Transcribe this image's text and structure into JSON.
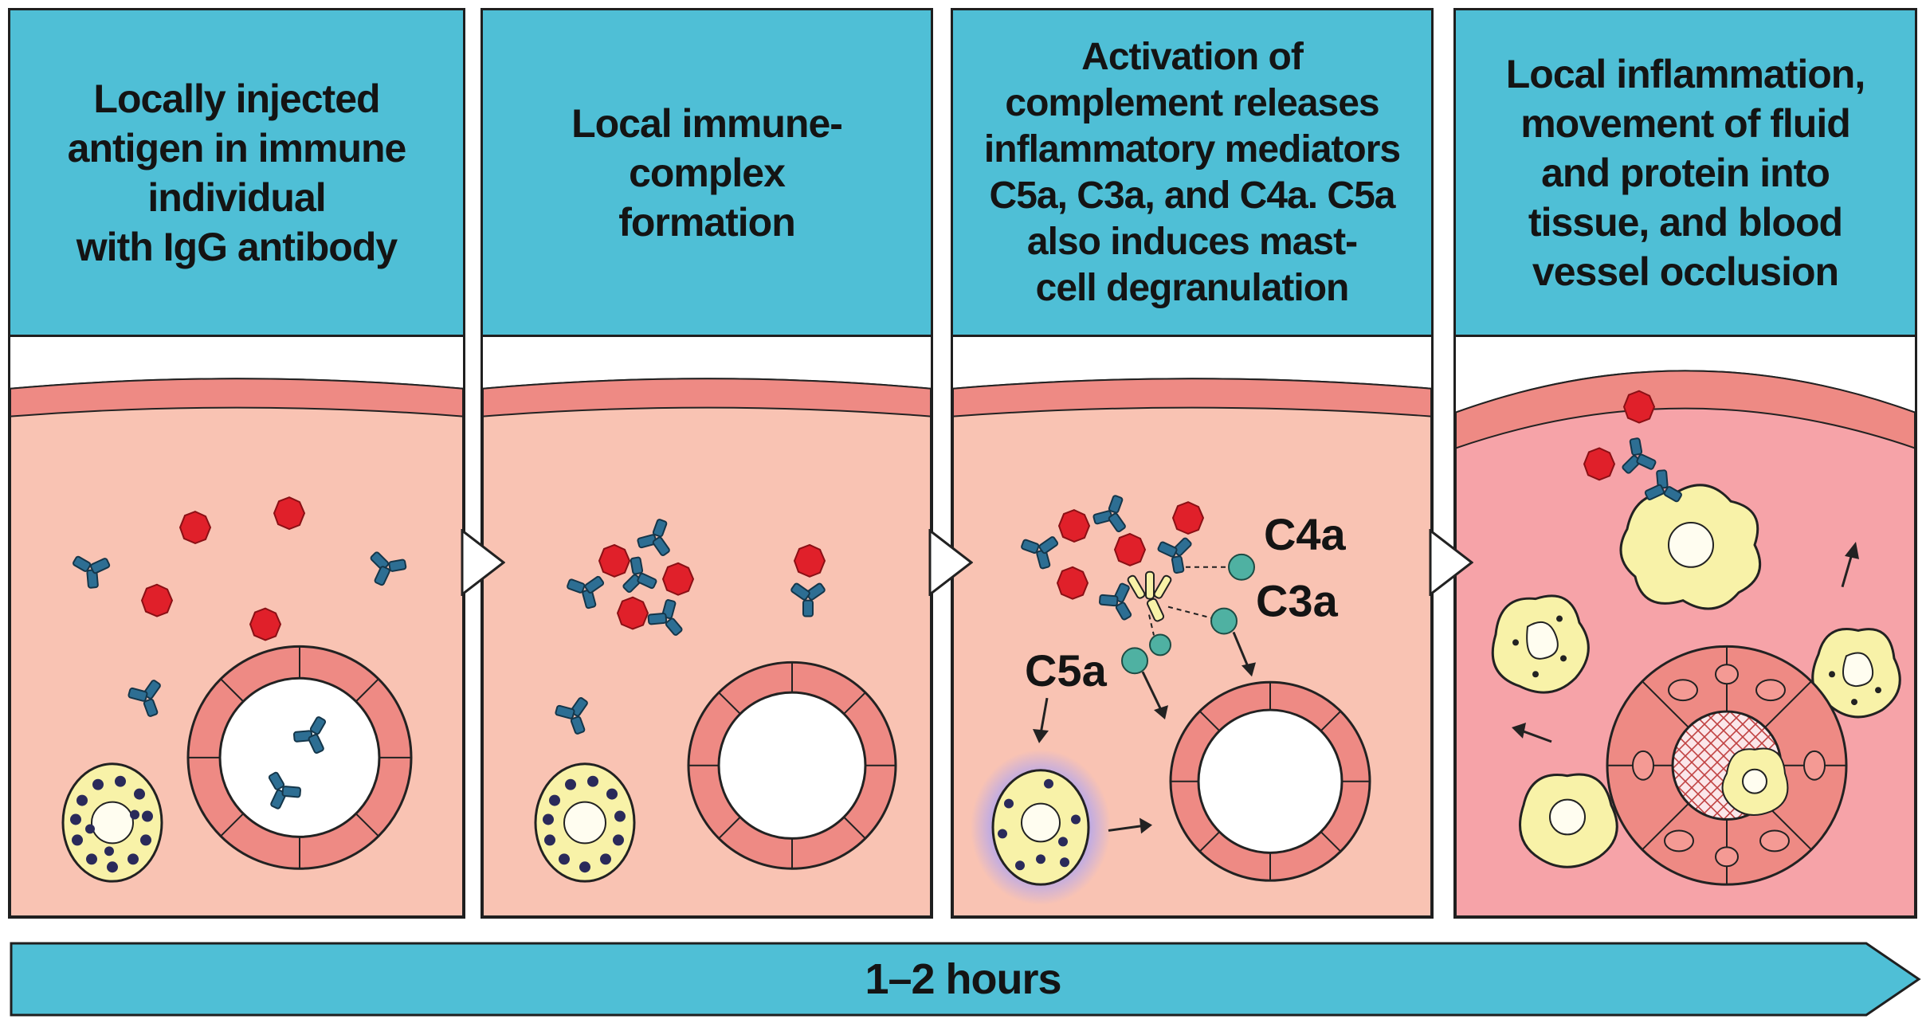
{
  "panels": [
    {
      "text": "Locally injected\nantigen in immune\nindividual\nwith IgG antibody"
    },
    {
      "text": "Local immune-\ncomplex\nformation"
    },
    {
      "text": "Activation of\ncomplement releases\ninflammatory mediators\nC5a, C3a, and C4a. C5a\nalso induces mast-\ncell degranulation"
    },
    {
      "text": "Local inflammation,\nmovement of fluid\nand protein into\ntissue, and blood\nvessel occlusion"
    }
  ],
  "labels": {
    "c4a": "C4a",
    "c3a": "C3a",
    "c5a": "C5a"
  },
  "timeline": {
    "label": "1–2 hours"
  },
  "colors": {
    "header": "#4fbfd6",
    "tissue": "#f9c3b3",
    "tissue_inflamed": "#f6a3a8",
    "endothelium": "#ee8a84",
    "antigen": "#e0202a",
    "antibody": "#2d6e93",
    "mast_cell": "#f8f2a8",
    "mediator": "#4fb1a2"
  }
}
